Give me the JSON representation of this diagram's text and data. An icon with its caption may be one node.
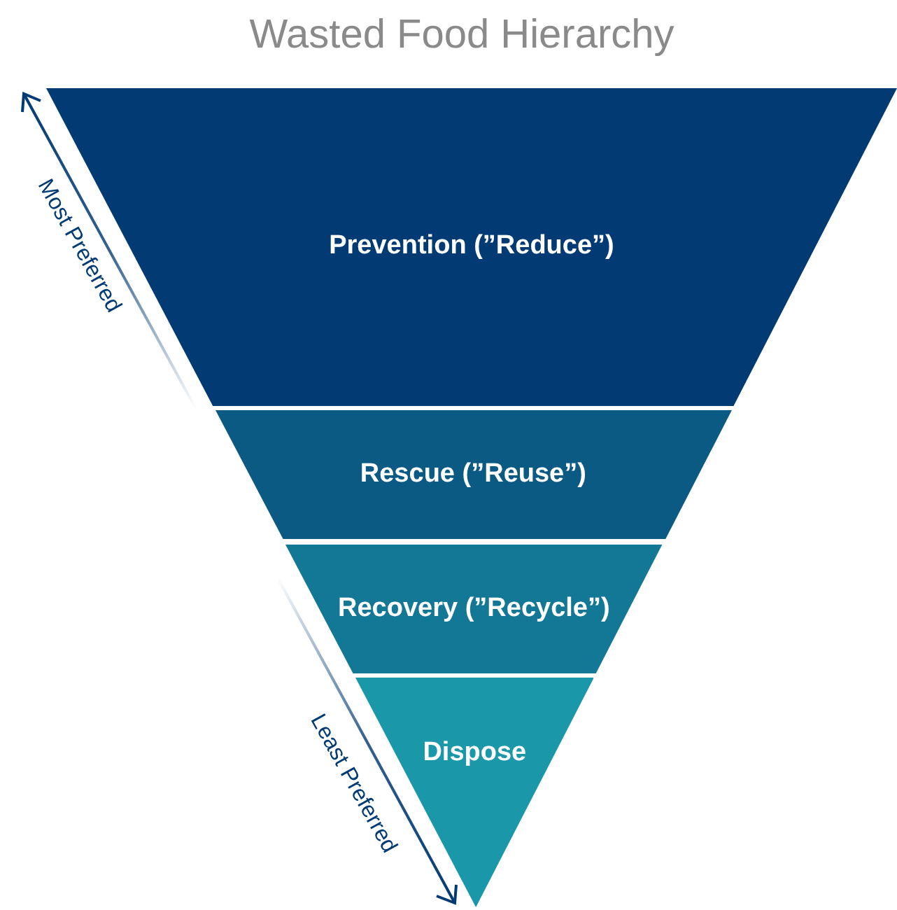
{
  "diagram": {
    "title": "Wasted Food Hierarchy",
    "nodes": [
      {
        "text": [
          "Prevention (”Reduce”)"
        ]
      },
      {
        "text": [
          "Rescue (”Reuse”)"
        ]
      },
      {
        "text": [
          "Recovery (”Recycle”)"
        ]
      },
      {
        "text": [
          "Dispose"
        ]
      }
    ],
    "labels": [
      "Most Preferred",
      "Least Preferred"
    ]
  }
}
